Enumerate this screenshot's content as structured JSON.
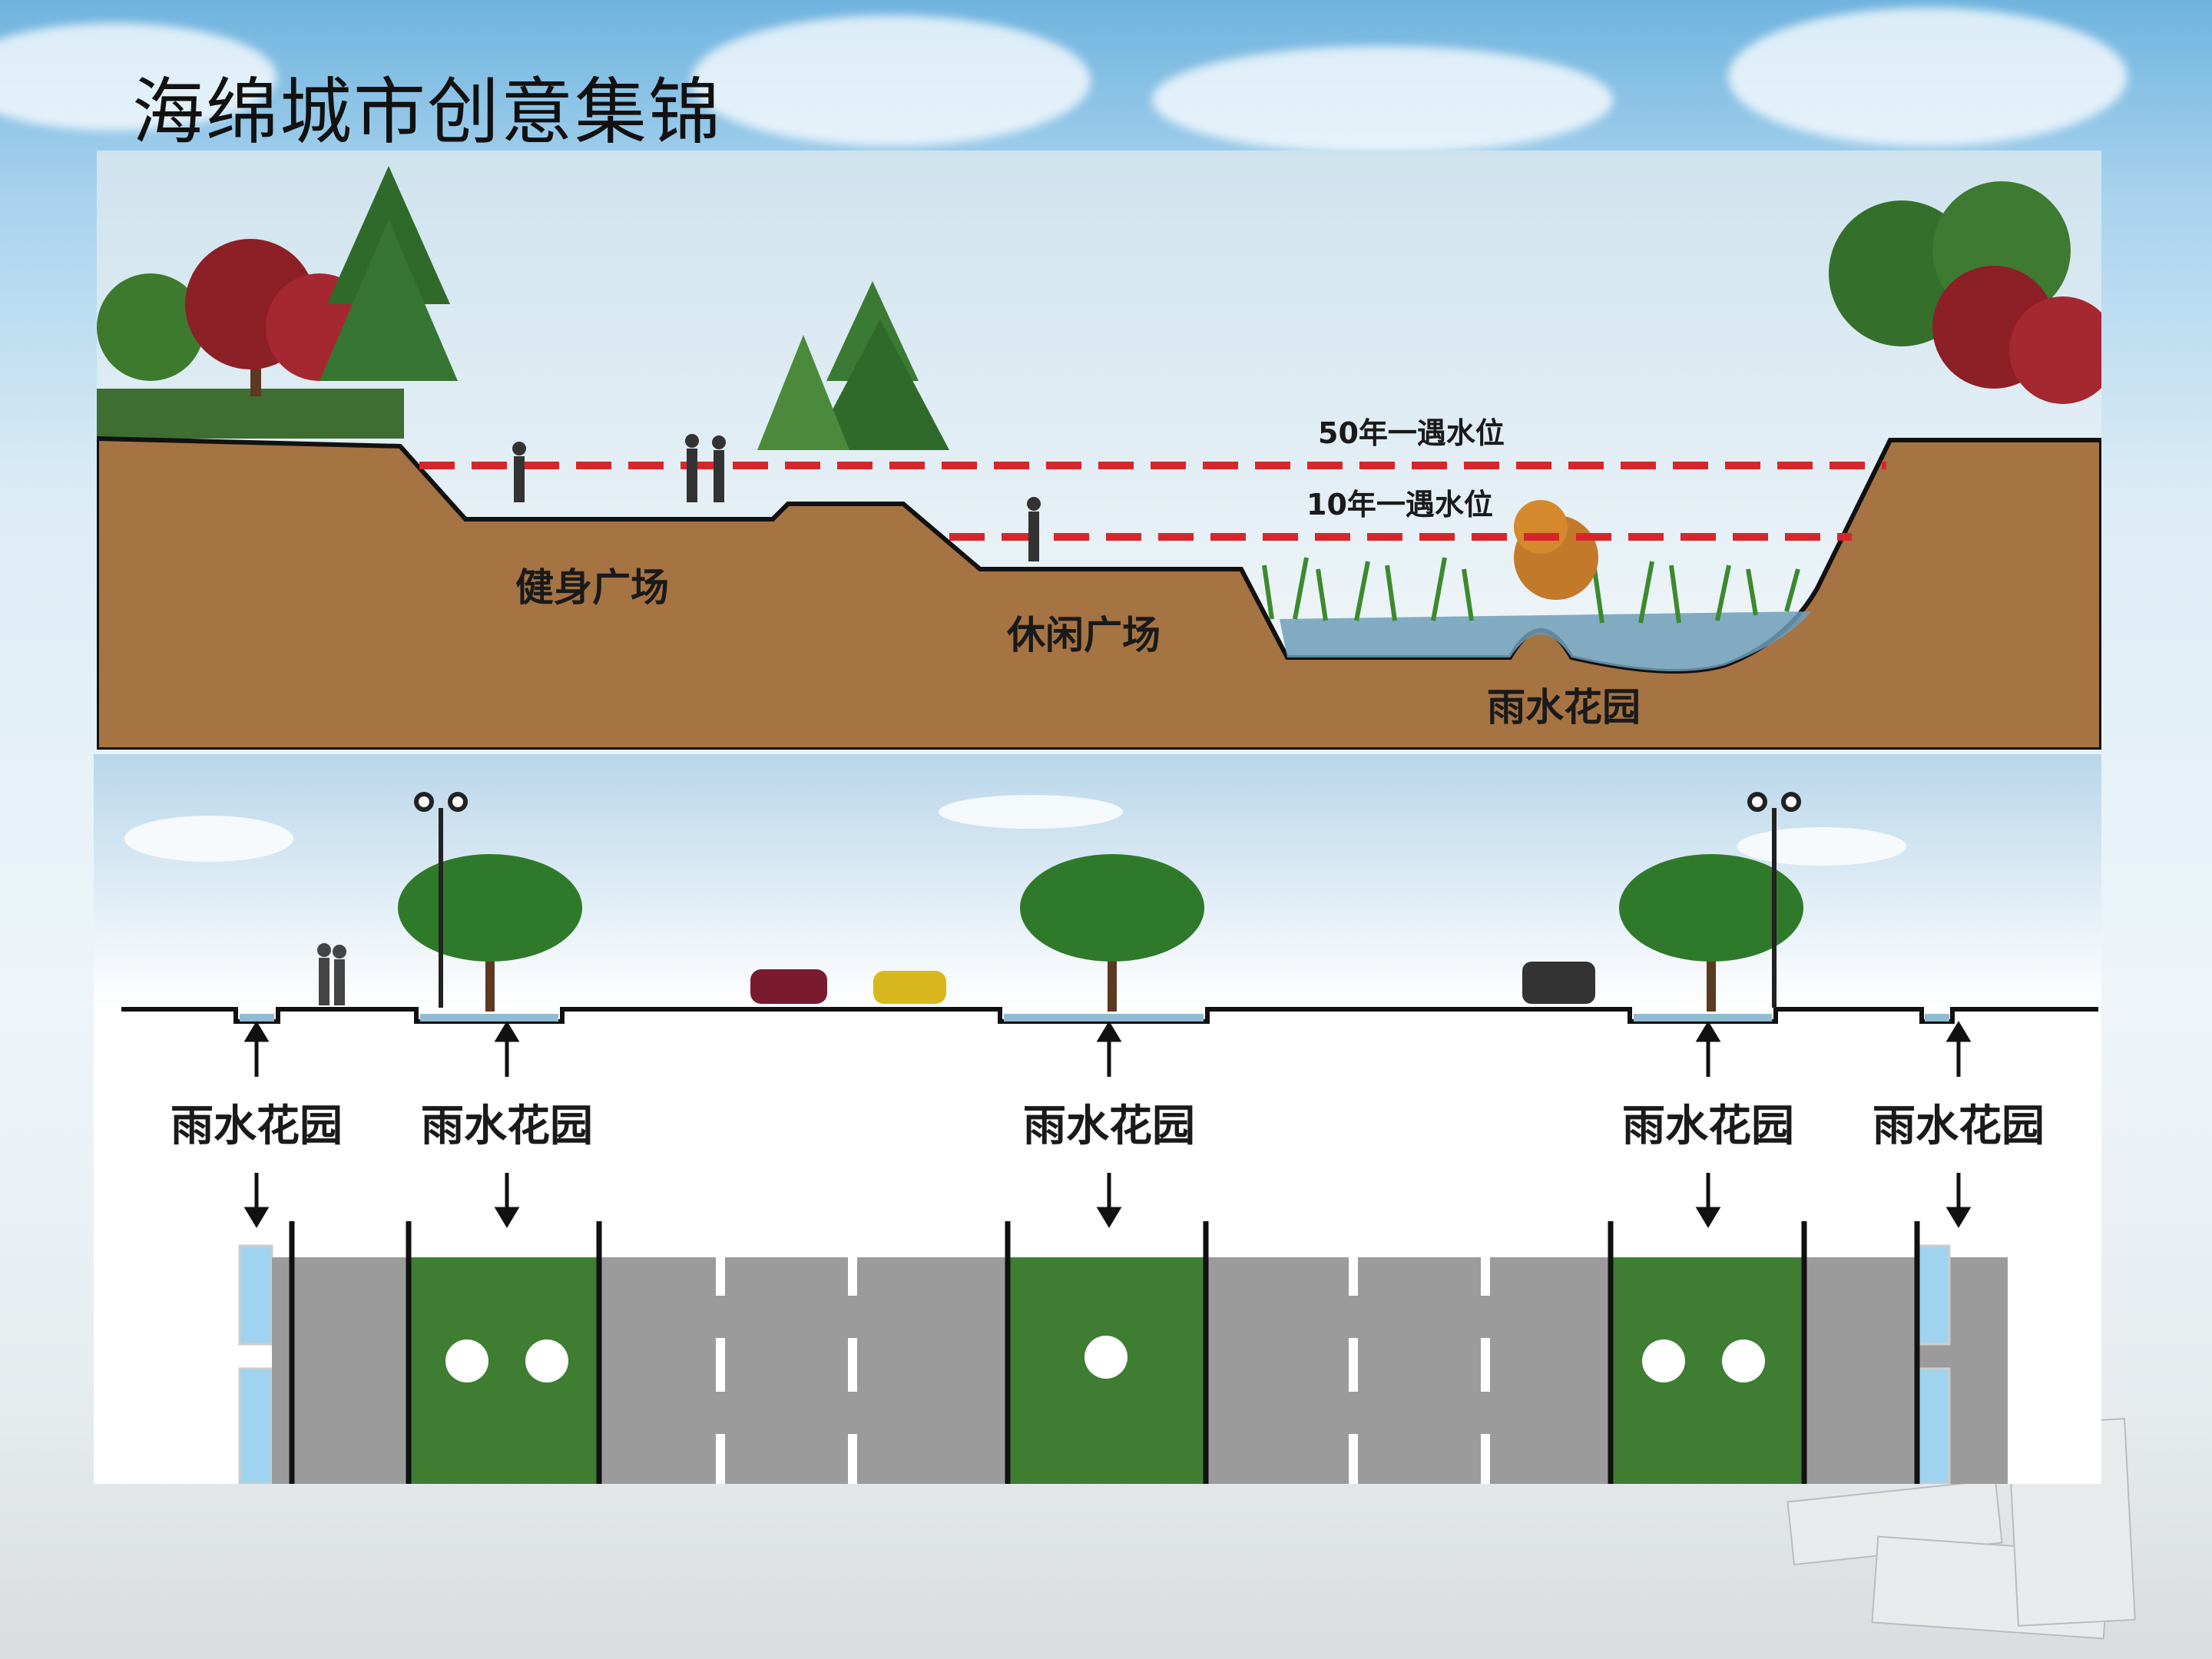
{
  "slide": {
    "title": "海绵城市创意集锦"
  },
  "cross_section": {
    "water_levels": [
      {
        "label": "50年一遇水位",
        "color": "#d7262b"
      },
      {
        "label": "10年一遇水位",
        "color": "#d7262b"
      }
    ],
    "zones": [
      {
        "label": "健身广场"
      },
      {
        "label": "休闲广场"
      },
      {
        "label": "雨水花园"
      }
    ],
    "colors": {
      "soil": "#a67343",
      "water": "#6f9db8",
      "sky": "#dbe9f2"
    }
  },
  "street_section": {
    "rain_garden_labels": [
      "雨水花园",
      "雨水花园",
      "雨水花园",
      "雨水花园",
      "雨水花园"
    ],
    "colors": {
      "road": "#9b9b9b",
      "green": "#3f7d33",
      "drain": "#9fd3ef",
      "lane_mark": "#ffffff"
    }
  }
}
